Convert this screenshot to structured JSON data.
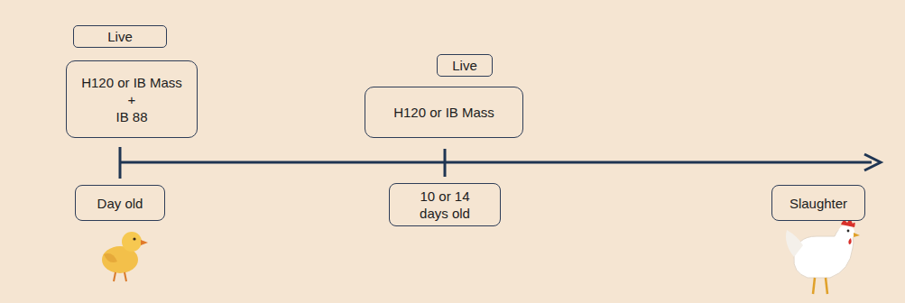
{
  "diagram": {
    "nodes": [
      {
        "text": [
          "Live"
        ]
      },
      {
        "text": [
          "H120 or IB Mass",
          "+",
          "IB 88"
        ]
      },
      {
        "text": [
          "Day old"
        ]
      },
      {
        "text": [
          "Live"
        ]
      },
      {
        "text": [
          "H120 or IB Mass"
        ]
      },
      {
        "text": [
          "10 or 14 days old"
        ]
      },
      {
        "text": [
          "Slaughter"
        ]
      }
    ]
  }
}
